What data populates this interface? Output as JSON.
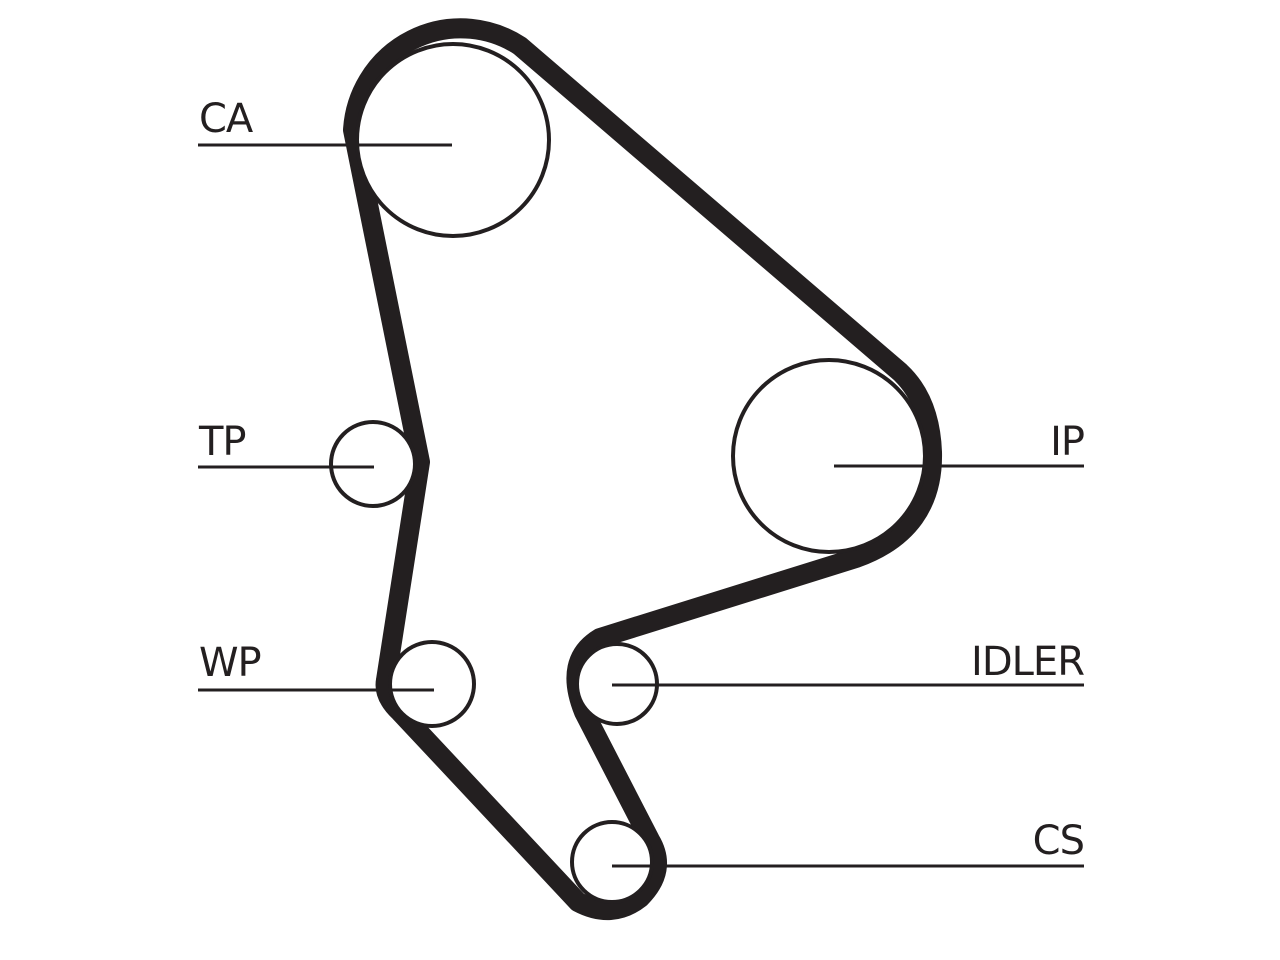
{
  "colors": {
    "ink": "#231f20",
    "background": "#ffffff"
  },
  "labels": {
    "ca": "CA",
    "tp": "TP",
    "wp": "WP",
    "ip": "IP",
    "idler": "IDLER",
    "cs": "CS"
  }
}
